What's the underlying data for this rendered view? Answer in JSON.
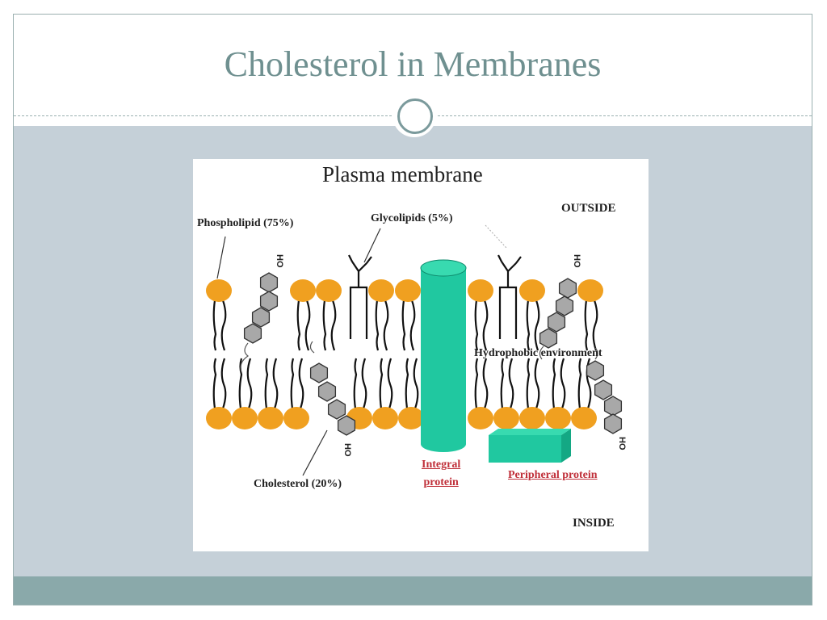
{
  "slide": {
    "title": "Cholesterol in Membranes"
  },
  "diagram": {
    "title": "Plasma membrane",
    "labels": {
      "outside": "OUTSIDE",
      "inside": "INSIDE",
      "phospholipid": "Phospholipid (75%)",
      "glycolipids": "Glycolipids (5%)",
      "hydrophobic": "Hydrophobic environment",
      "cholesterol": "Cholesterol (20%)",
      "integral_line1": "Integral",
      "integral_line2": "protein",
      "peripheral": "Peripheral protein",
      "hydroxyl": "HO"
    },
    "colors": {
      "head": "#f0a020",
      "protein": "#20c8a0",
      "sterol": "#a8a8a8",
      "label_red": "#c0303a"
    }
  }
}
